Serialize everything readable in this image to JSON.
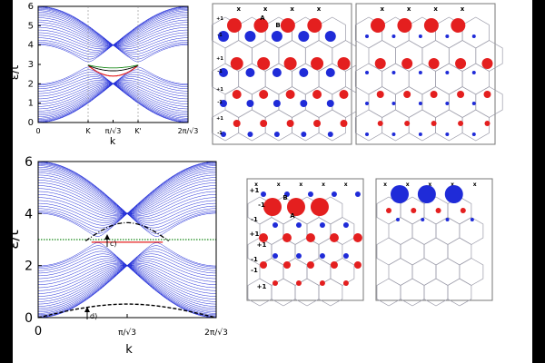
{
  "colors": {
    "blue": "#1f2bd8",
    "red": "#e41f1f",
    "green": "#1a8a1a",
    "black": "#000000",
    "lattice": "#9a9aa8",
    "frame": "#777777"
  },
  "plots": {
    "top": {
      "ylabel": "ε/t",
      "xlabel": "k",
      "yticks": [
        "0",
        "1",
        "2",
        "3",
        "4",
        "5",
        "6"
      ],
      "xticks": [
        "0",
        "K",
        "π/√3",
        "K'",
        "2π/√3"
      ]
    },
    "bottom": {
      "ylabel": "ε/t",
      "xlabel": "k",
      "yticks": [
        "0",
        "2",
        "4",
        "6"
      ],
      "xticks": [
        "0",
        "π/√3",
        "2π/√3"
      ],
      "annotations": [
        "c)",
        "d)"
      ]
    }
  },
  "lattices": {
    "top_left": {
      "site_labels": [
        "A",
        "B"
      ],
      "row_labels": [
        "+1",
        "-1",
        "+1",
        "-1",
        "+1",
        "-1",
        "+1",
        "-1"
      ],
      "edge_marks": [
        "x",
        "x",
        "x",
        "x"
      ]
    },
    "top_right": {
      "edge_marks": [
        "x",
        "x",
        "x",
        "x"
      ]
    },
    "bottom_left": {
      "site_labels": [
        "A",
        "B"
      ],
      "row_labels": [
        "+1",
        "-1",
        "-1",
        "+1",
        "+1",
        "-1",
        "-1",
        "+1"
      ],
      "edge_marks": [
        "x",
        "x",
        "x",
        "x",
        "x"
      ]
    },
    "bottom_right": {
      "edge_marks": [
        "x",
        "x",
        "x",
        "x",
        "x"
      ]
    }
  },
  "chart_data": [
    {
      "type": "line",
      "xlabel": "k",
      "ylabel": "ε/t",
      "xlim": [
        0,
        3.6276
      ],
      "ylim": [
        0,
        6
      ],
      "xticks": [
        "0",
        "K",
        "π/√3",
        "K'",
        "2π/√3"
      ],
      "grid": false,
      "series": [
        {
          "color": "#1f2bd8",
          "description_visible": false,
          "values": "dense band of bulk subbands spanning 0–6"
        },
        {
          "color": "#e41f1f",
          "values": "edge state band near ε/t ≈ 2.9"
        },
        {
          "color": "#1a8a1a",
          "values": "edge state band near ε/t ≈ 3.0"
        },
        {
          "color": "#000000",
          "values": "edge state band near ε/t ≈ 2.8"
        }
      ]
    },
    {
      "type": "line",
      "xlabel": "k",
      "ylabel": "ε/t",
      "xlim": [
        0,
        3.6276
      ],
      "ylim": [
        0,
        6
      ],
      "xticks": [
        "0",
        "π/√3",
        "2π/√3"
      ],
      "grid": false,
      "series": [
        {
          "color": "#1f2bd8",
          "values": "dense band of bulk subbands spanning 0–6"
        },
        {
          "color": "#e41f1f",
          "values": "flat edge band at ε/t ≈ 2.9"
        },
        {
          "color": "#1a8a1a",
          "values": "dotted flat band at ε/t = 3.0"
        },
        {
          "color": "#000000",
          "values": "dash-dot band peaking ε/t ≈ 3.6 at k = π/√3"
        },
        {
          "color": "#000000",
          "values": "dashed band from 0 to ≈ 0.5 peaking at k = π/√3"
        }
      ],
      "annotations": [
        "c)",
        "d)"
      ]
    }
  ]
}
